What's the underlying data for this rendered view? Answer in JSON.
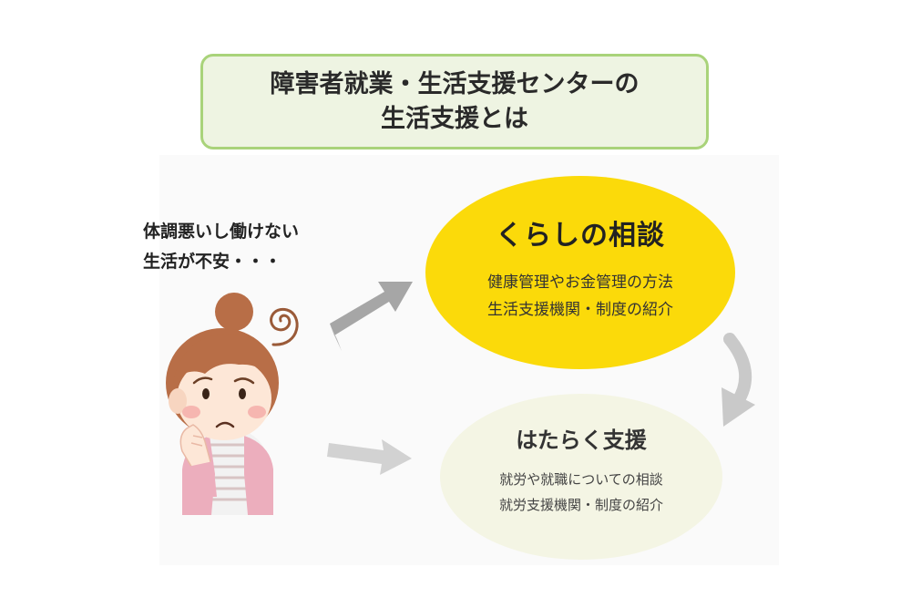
{
  "title": {
    "line1": "障害者就業・生活支援センターの",
    "line2": "生活支援とは"
  },
  "worry": {
    "line1": "体調悪いし働けない",
    "line2": "生活が不安・・・"
  },
  "living_support": {
    "heading": "くらしの相談",
    "line1": "健康管理やお金管理の方法",
    "line2": "生活支援機関・制度の紹介"
  },
  "work_support": {
    "heading": "はたらく支援",
    "line1": "就労や就職についての相談",
    "line2": "就労支援機関・制度の紹介"
  },
  "colors": {
    "title_border": "#a9d37a",
    "title_fill": "#eef4e2",
    "living_fill": "#fbda0a",
    "work_fill": "#f4f5e4",
    "arrow_dark": "#a6a6a6",
    "arrow_light": "#d2d2d2"
  },
  "icons": [
    "woman-illustration",
    "confused-swirl-icon",
    "arrow-right-up-icon",
    "arrow-right-icon",
    "curved-arrow-down-icon"
  ]
}
